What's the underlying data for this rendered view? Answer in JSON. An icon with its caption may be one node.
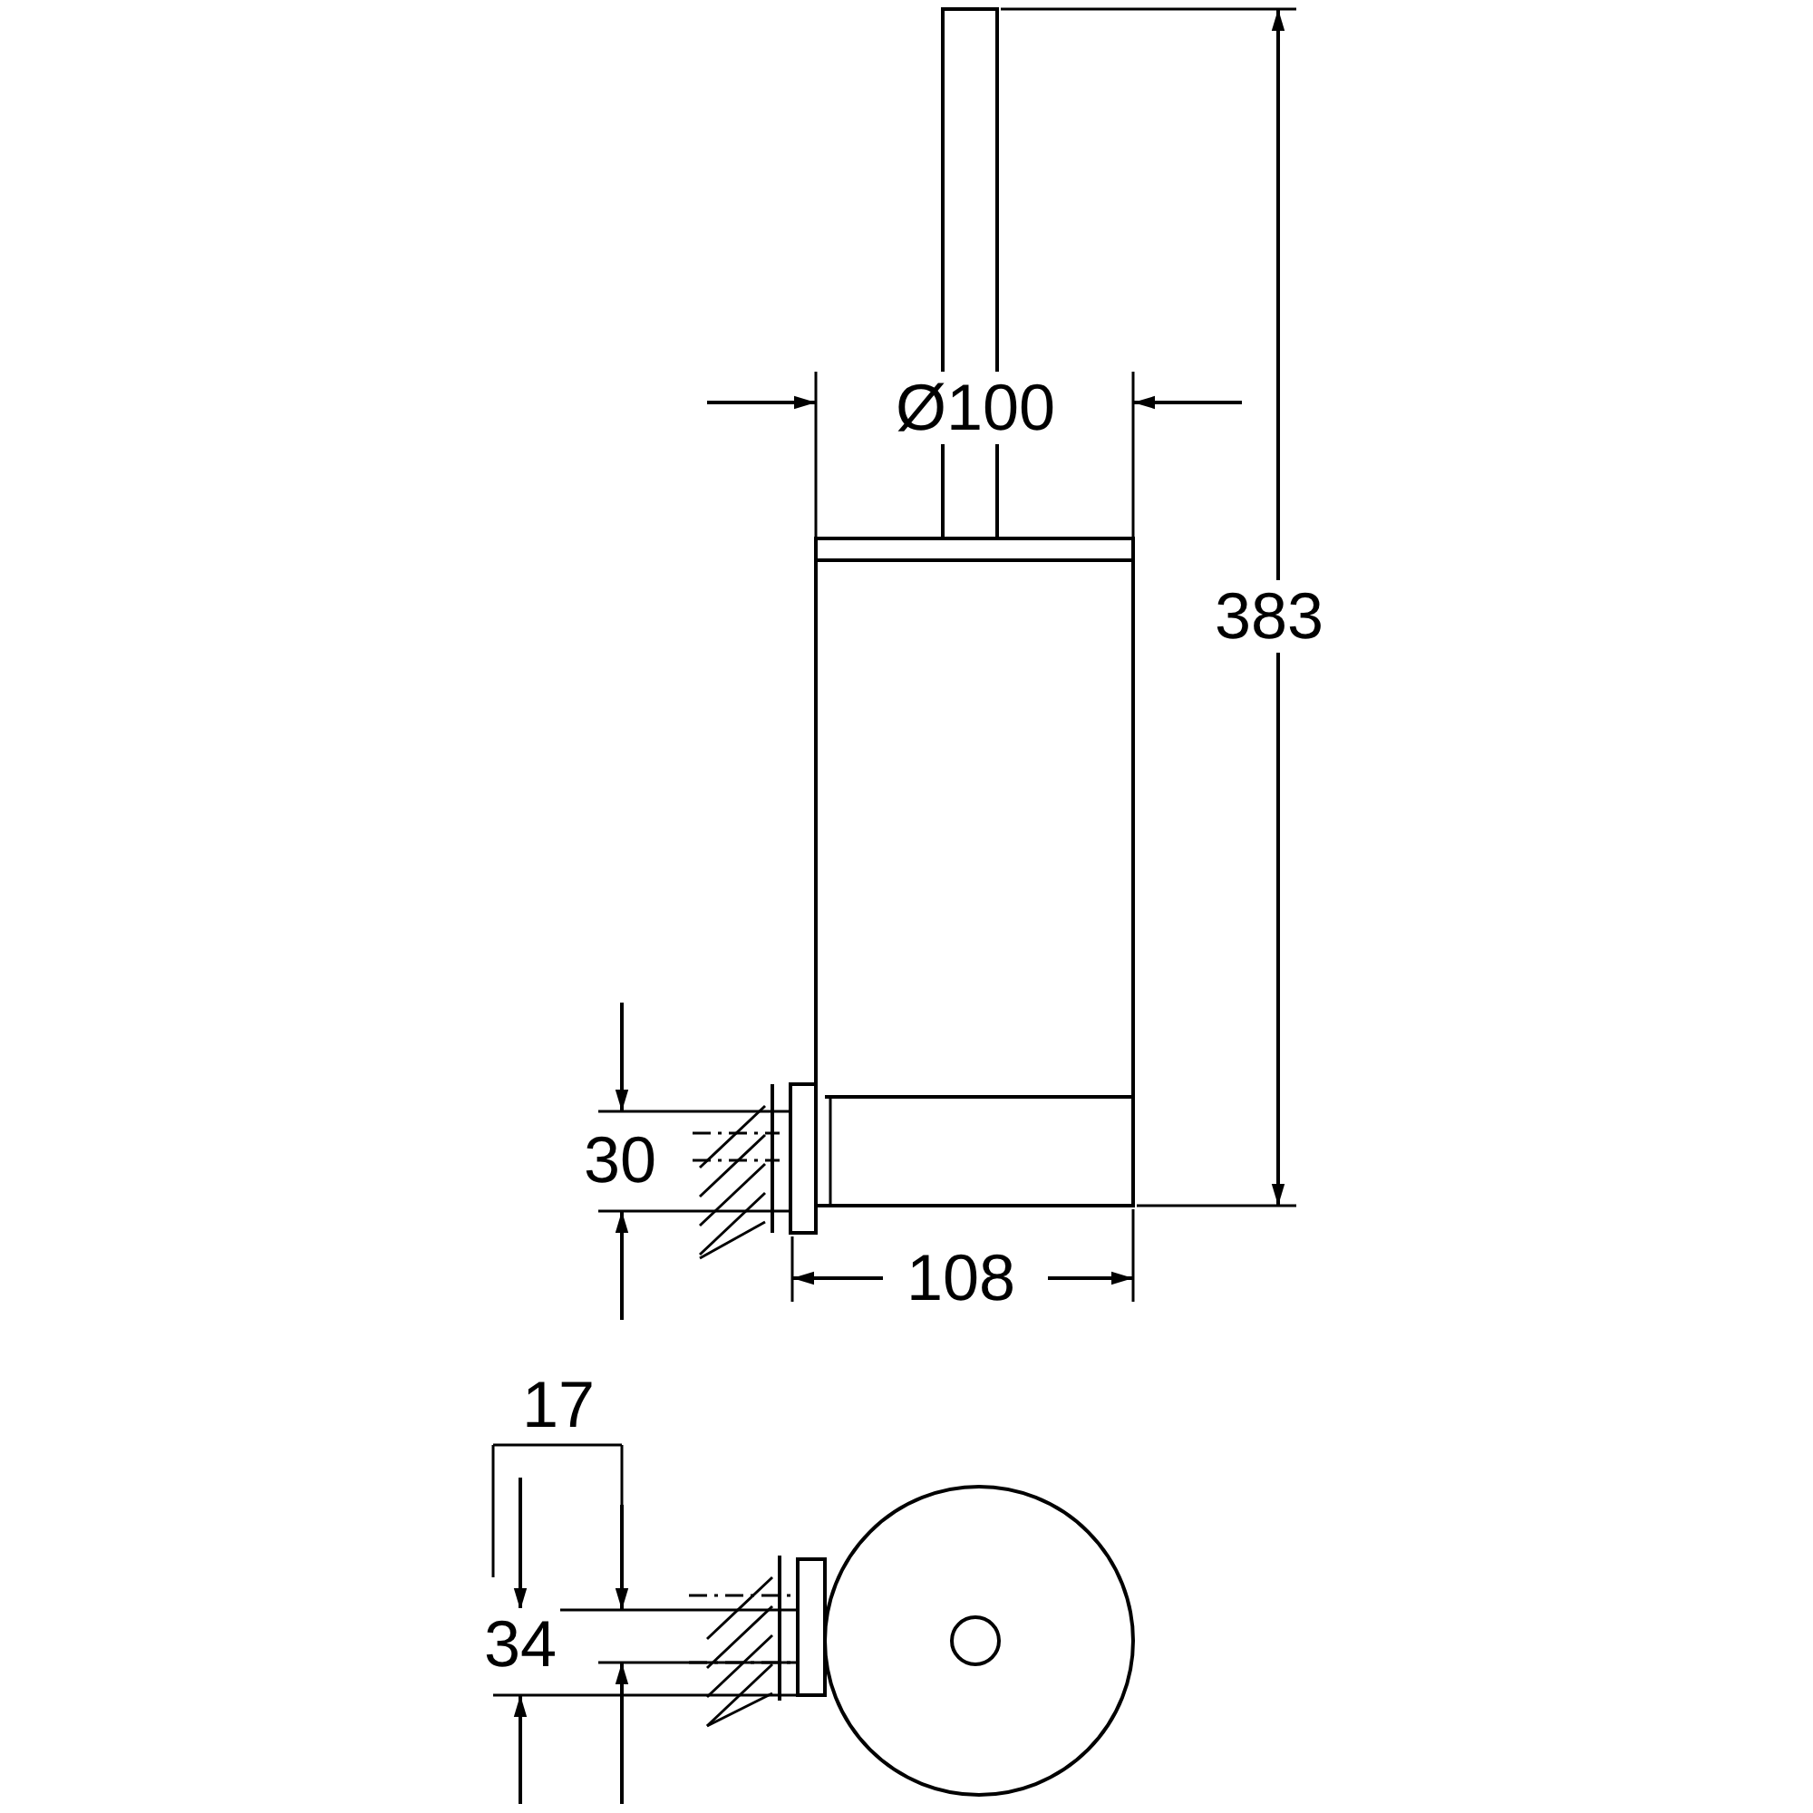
{
  "diagram": {
    "labels": [
      "Ø100",
      "383",
      "30",
      "108",
      "17",
      "34"
    ]
  }
}
